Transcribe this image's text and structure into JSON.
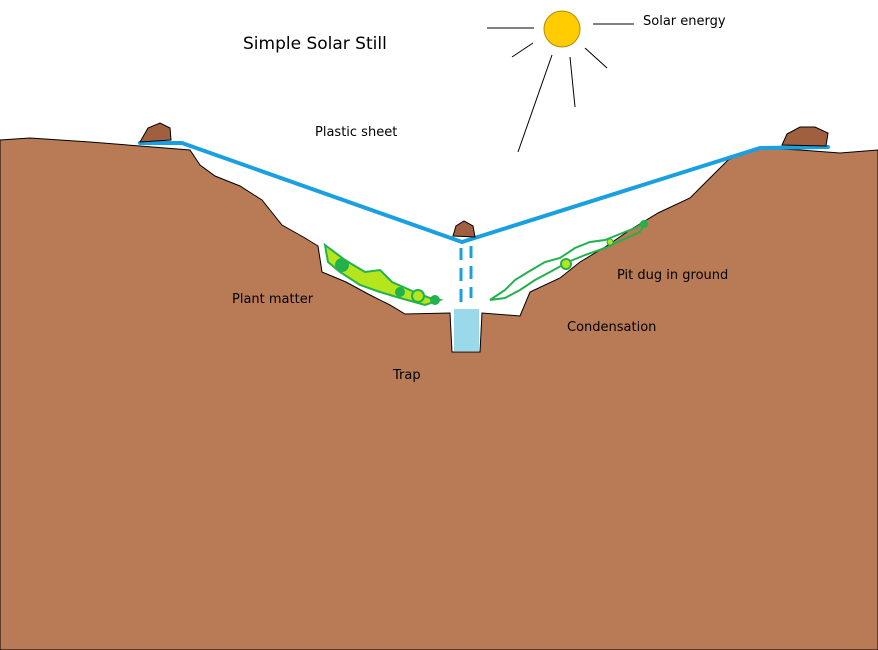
{
  "title": "Simple Solar Still",
  "labels": {
    "solar_energy": "Solar energy",
    "plastic_sheet": "Plastic sheet",
    "plant_matter": "Plant matter",
    "pit": "Pit dug in ground",
    "condensation": "Condensation",
    "trap": "Trap"
  },
  "colors": {
    "ground": "#b97a56",
    "sheet": "#1aa0e0",
    "sun": "#ffcc00",
    "rock": "#a06040",
    "plant_dark": "#22b14c",
    "plant_light": "#b5e61d",
    "water": "#99d9ea"
  }
}
